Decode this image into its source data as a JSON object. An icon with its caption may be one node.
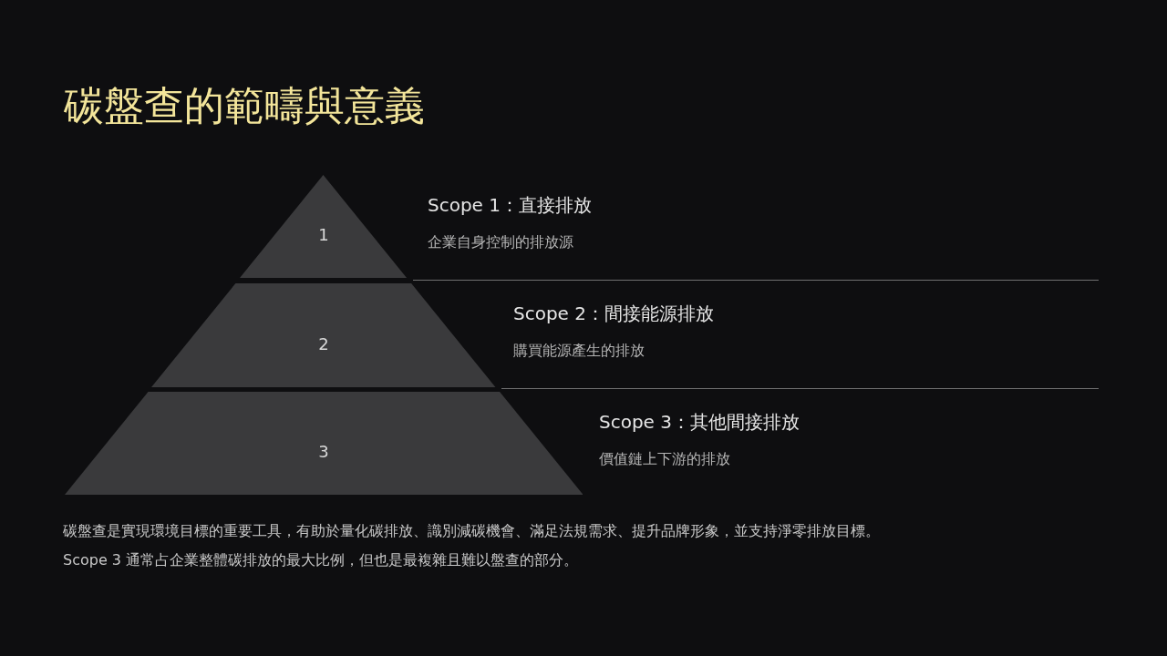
{
  "diagram": {
    "title": "碳盤查的範疇與意義",
    "nodes": [
      {
        "text": [
          "1"
        ],
        "beside": [
          "Scope 1：直接排放",
          "企業自身控制的排放源"
        ]
      },
      {
        "text": [
          "2"
        ],
        "beside": [
          "Scope 2：間接能源排放",
          "購買能源產生的排放"
        ]
      },
      {
        "text": [
          "3"
        ],
        "beside": [
          "Scope 3：其他間接排放",
          "價值鏈上下游的排放"
        ]
      }
    ],
    "labels": [
      "碳盤查是實現環境目標的重要工具，有助於量化碳排放、識別減碳機會、滿足法規需求、提升品牌形象，並支持淨零排放目標。",
      "Scope 3 通常占企業整體碳排放的最大比例，但也是最複雜且難以盤查的部分。"
    ]
  }
}
